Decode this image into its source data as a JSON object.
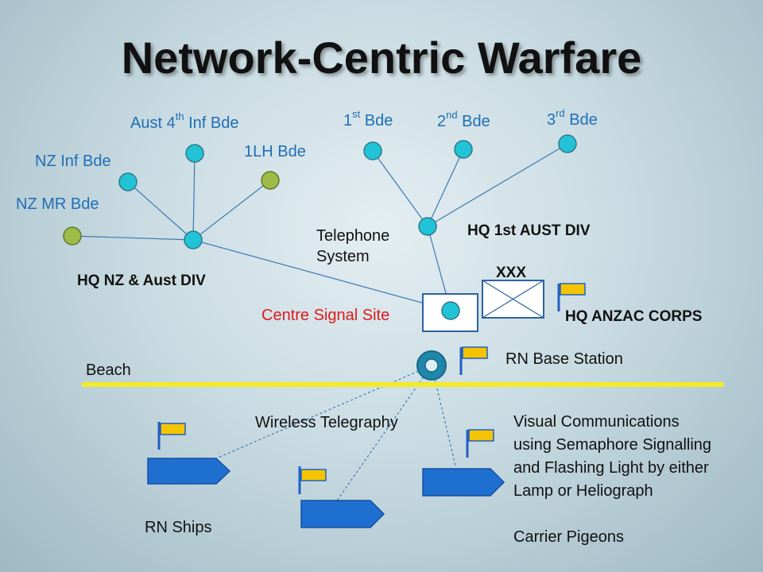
{
  "title": "Network-Centric Warfare",
  "colors": {
    "link": "#3a7ab0",
    "node_blue": "#22c3d6",
    "node_green": "#9dbb46",
    "beach": "#f2ea2a",
    "ship": "#1f6fd0",
    "flag": "#f5c400",
    "label_blue": "#1f6fb5",
    "label_red": "#e01b1b"
  },
  "labels": {
    "nz_mr_bde": "NZ MR Bde",
    "nz_inf_bde": "NZ Inf Bde",
    "aust4_prefix": "Aust 4",
    "aust4_sup": "th",
    "aust4_suffix": " Inf Bde",
    "lh_bde": "1LH Bde",
    "bde1_num": "1",
    "bde1_sup": "st",
    "bde1_suffix": " Bde",
    "bde2_num": "2",
    "bde2_sup": "nd",
    "bde2_suffix": " Bde",
    "bde3_num": "3",
    "bde3_sup": "rd",
    "bde3_suffix": " Bde",
    "hq_nz_aust": "HQ NZ & Aust DIV",
    "hq_1st_aust": "HQ 1st AUST DIV",
    "telephone": "Telephone\nSystem",
    "xxx": "XXX",
    "hq_anzac": "HQ ANZAC CORPS",
    "centre_signal": "Centre Signal Site",
    "rn_base": "RN Base Station",
    "beach": "Beach",
    "wireless": "Wireless Telegraphy",
    "visual": "Visual Communications\nusing Semaphore Signalling\nand Flashing Light by either\nLamp or Heliograph",
    "rn_ships": "RN Ships",
    "pigeons": "Carrier Pigeons"
  }
}
